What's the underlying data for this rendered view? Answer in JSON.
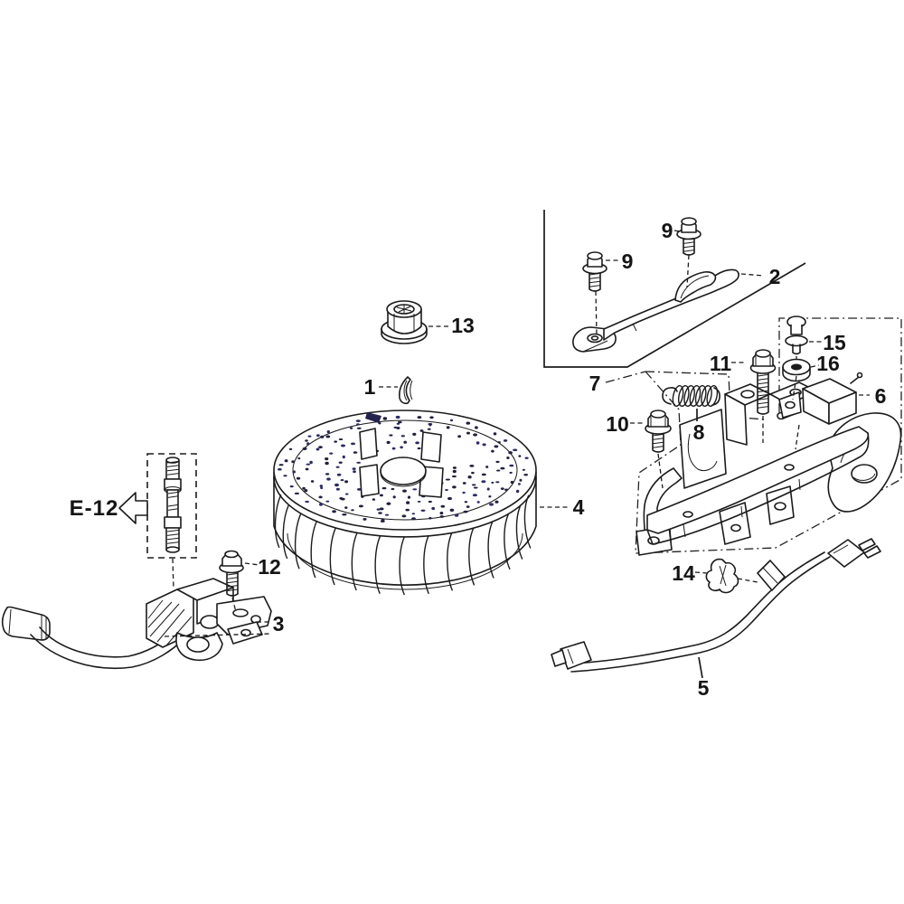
{
  "figure": {
    "background": "#ffffff",
    "ink": "#1b1b1b",
    "stipple_color": "#23234d",
    "reference": {
      "label": "E-12"
    },
    "callouts": [
      {
        "id": "1",
        "label": "1"
      },
      {
        "id": "2",
        "label": "2"
      },
      {
        "id": "3",
        "label": "3"
      },
      {
        "id": "4",
        "label": "4"
      },
      {
        "id": "5",
        "label": "5"
      },
      {
        "id": "6",
        "label": "6"
      },
      {
        "id": "7",
        "label": "7"
      },
      {
        "id": "8",
        "label": "8"
      },
      {
        "id": "9a",
        "label": "9"
      },
      {
        "id": "9b",
        "label": "9"
      },
      {
        "id": "10",
        "label": "10"
      },
      {
        "id": "11",
        "label": "11"
      },
      {
        "id": "12",
        "label": "12"
      },
      {
        "id": "13",
        "label": "13"
      },
      {
        "id": "14",
        "label": "14"
      },
      {
        "id": "15",
        "label": "15"
      },
      {
        "id": "16",
        "label": "16"
      }
    ]
  }
}
